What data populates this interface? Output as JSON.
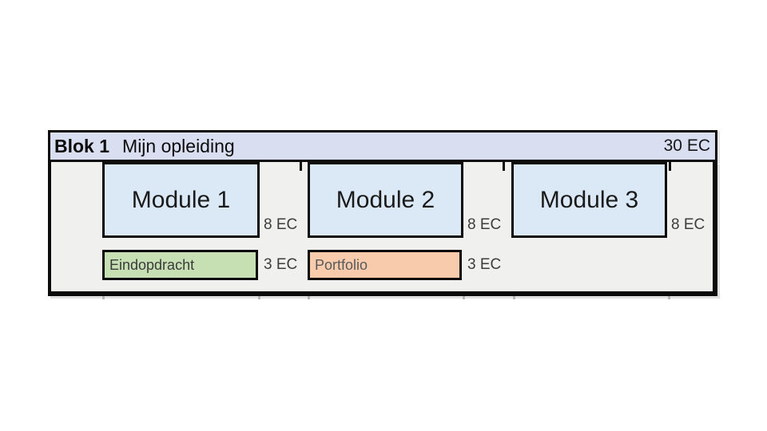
{
  "panel": {
    "header": {
      "block_label": "Blok 1",
      "title": "Mijn opleiding",
      "total_ec": "30 EC"
    },
    "modules": [
      {
        "name": "Module 1",
        "ec": "8 EC"
      },
      {
        "name": "Module 2",
        "ec": "8 EC"
      },
      {
        "name": "Module 3",
        "ec": "8 EC"
      }
    ],
    "deliverables": [
      {
        "name": "Eindopdracht",
        "ec": "3 EC",
        "color": "#c6e0b4"
      },
      {
        "name": "Portfolio",
        "ec": "3 EC",
        "color": "#f8cbad"
      }
    ],
    "colors": {
      "header_bg": "#d9def1",
      "module_bg": "#dbe9f6",
      "panel_bg": "#f0f0ee",
      "border": "#0b0b0b"
    }
  }
}
